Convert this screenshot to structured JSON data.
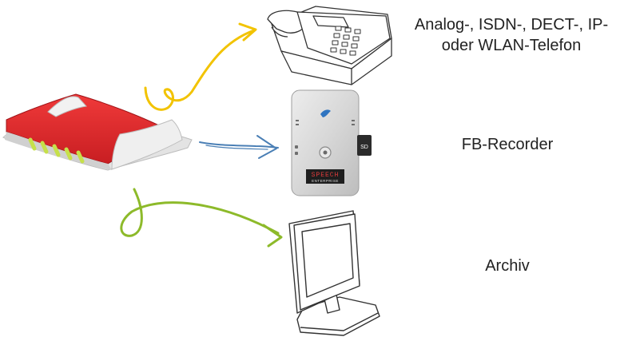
{
  "diagram": {
    "source": {
      "icon": "router-icon"
    },
    "targets": [
      {
        "id": "phone",
        "icon": "telephone-icon",
        "label_line1": "Analog-, ISDN-, DECT-, IP-",
        "label_line2": "oder WLAN-Telefon",
        "arrow_color": "#F2C300"
      },
      {
        "id": "recorder",
        "icon": "recorder-device-icon",
        "label": "FB-Recorder",
        "device_brand_line1": "SPEECH",
        "device_brand_line2": "ENTERPRISE",
        "card_label": "SD",
        "arrow_color": "#4A7FB5"
      },
      {
        "id": "archive",
        "icon": "monitor-icon",
        "label": "Archiv",
        "arrow_color": "#8DBA2A"
      }
    ],
    "colors": {
      "router_red": "#E8262C",
      "router_gray": "#E6E6E6",
      "led_green": "#C6E04A",
      "outline": "#333333"
    }
  }
}
